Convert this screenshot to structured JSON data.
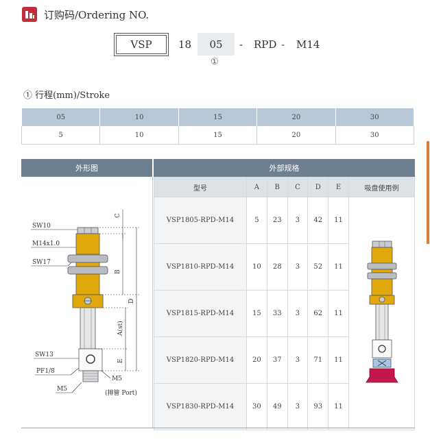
{
  "header": {
    "title": "订购码/Ordering NO.",
    "icon": "chart-bar-icon",
    "accent": "#c0303a"
  },
  "ordering": {
    "parts": [
      "VSP",
      "18",
      "05",
      "RPD",
      "M14"
    ],
    "separators": [
      "-",
      "-"
    ],
    "stroke_marker": "①"
  },
  "stroke_section": {
    "title": "① 行程(mm)/Stroke",
    "codes": [
      "05",
      "10",
      "15",
      "20",
      "30"
    ],
    "values": [
      "5",
      "10",
      "15",
      "20",
      "30"
    ]
  },
  "spec": {
    "left_header": "外形图",
    "right_header": "外部规格",
    "columns": [
      "型号",
      "A",
      "B",
      "C",
      "D",
      "E",
      "吸盘使用例"
    ],
    "rows": [
      {
        "model": "VSP1805-RPD-M14",
        "A": "5",
        "B": "23",
        "C": "3",
        "D": "42",
        "E": "11"
      },
      {
        "model": "VSP1810-RPD-M14",
        "A": "10",
        "B": "28",
        "C": "3",
        "D": "52",
        "E": "11"
      },
      {
        "model": "VSP1815-RPD-M14",
        "A": "15",
        "B": "33",
        "C": "3",
        "D": "62",
        "E": "11"
      },
      {
        "model": "VSP1820-RPD-M14",
        "A": "20",
        "B": "37",
        "C": "3",
        "D": "71",
        "E": "11"
      },
      {
        "model": "VSP1830-RPD-M14",
        "A": "30",
        "B": "49",
        "C": "3",
        "D": "93",
        "E": "11"
      }
    ]
  },
  "drawing": {
    "labels": {
      "sw10": "SW10",
      "thread": "M14x1.0",
      "sw17": "SW17",
      "sw13": "SW13",
      "pf": "PF1/8",
      "m5_left": "M5",
      "m5_right": "M5",
      "port": "(排管 Port)",
      "dim_c": "C",
      "dim_b": "B",
      "dim_d": "D",
      "dim_a": "A(st)",
      "dim_e": "E"
    }
  },
  "colors": {
    "header_band": "#6e7f90",
    "stroke_header": "#b8c8d6",
    "brass": "#e0a80c",
    "cup": "#c4174e",
    "accent_bar": "#e07b2c"
  }
}
